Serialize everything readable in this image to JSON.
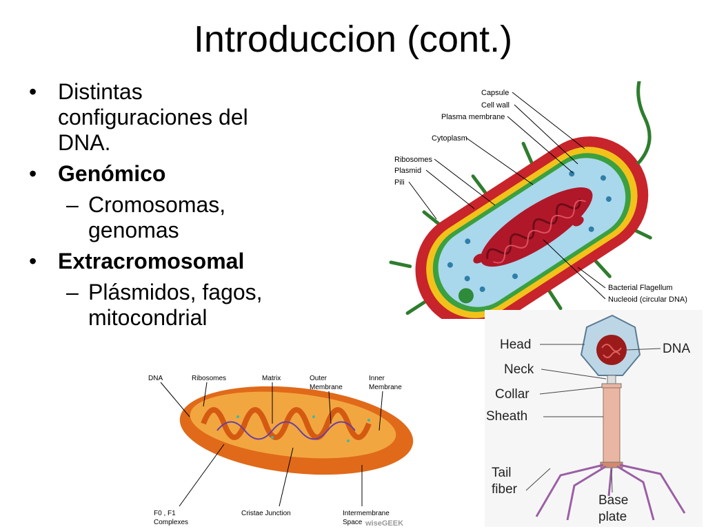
{
  "slide": {
    "title": "Introduccion (cont.)",
    "bullets": [
      {
        "level": 1,
        "text": "Distintas configuraciones del DNA.",
        "bold": false
      },
      {
        "level": 1,
        "text": "Genómico",
        "bold": true
      },
      {
        "level": 2,
        "text": "Cromosomas, genomas"
      },
      {
        "level": 1,
        "text": "Extracromosomal",
        "bold": true
      },
      {
        "level": 2,
        "text": "Plásmidos, fagos, mitocondrial"
      }
    ]
  },
  "bacteria": {
    "labels": {
      "capsule": "Capsule",
      "cell_wall": "Cell wall",
      "plasma_membrane": "Plasma membrane",
      "cytoplasm": "Cytoplasm",
      "ribosomes": "Ribosomes",
      "plasmid": "Plasmid",
      "pili": "Pili",
      "flagellum": "Bacterial Flagellum",
      "nucleoid": "Nucleoid (circular DNA)"
    }
  },
  "mitochondrion": {
    "labels": {
      "dna": "DNA",
      "ribosomes": "Ribosomes",
      "matrix": "Matrix",
      "outer_1": "Outer",
      "outer_2": "Membrane",
      "inner_1": "Inner",
      "inner_2": "Membrane",
      "f0f1_1": "F0 , F1",
      "f0f1_2": "Complexes",
      "cristae": "Cristae Junction",
      "intermem_1": "Intermembrane",
      "intermem_2": "Space",
      "watermark": "wiseGEEK"
    }
  },
  "phage": {
    "labels": {
      "head": "Head",
      "dna": "DNA",
      "neck": "Neck",
      "collar": "Collar",
      "sheath": "Sheath",
      "tail_1": "Tail",
      "tail_2": "fiber",
      "base_1": "Base",
      "base_2": "plate"
    }
  },
  "colors": {
    "capsule": "#c8242b",
    "cell_wall": "#f2c21b",
    "membrane": "#3aa040",
    "cytoplasm": "#a9d7ec",
    "nucleoid": "#b0182a",
    "pili": "#2e7d2e",
    "mito_outer": "#e06a1a",
    "mito_inner": "#f2a640",
    "phage_head": "#bcd6e6",
    "phage_sheath": "#e8b6a3",
    "phage_fiber": "#9b5fa5"
  }
}
